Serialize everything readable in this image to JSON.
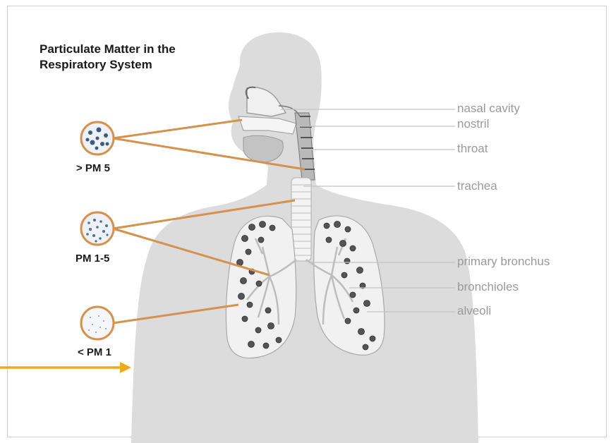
{
  "title": {
    "line1": "Particulate Matter in the",
    "line2": "Respiratory System"
  },
  "particle_sizes": [
    {
      "label": "> PM 5"
    },
    {
      "label": "PM 1-5"
    },
    {
      "label": "< PM 1"
    }
  ],
  "anatomy_labels": [
    {
      "label": "nasal cavity"
    },
    {
      "label": "nostril"
    },
    {
      "label": "throat"
    },
    {
      "label": "trachea"
    },
    {
      "label": "primary bronchus"
    },
    {
      "label": "bronchioles"
    },
    {
      "label": "alveoli"
    }
  ],
  "colors": {
    "body": "#dcdcdc",
    "lung": "#f1f1f1",
    "pointer": "#d6914d",
    "callout_arrow": "#f2a81d",
    "label_text": "#9a9a9a"
  }
}
